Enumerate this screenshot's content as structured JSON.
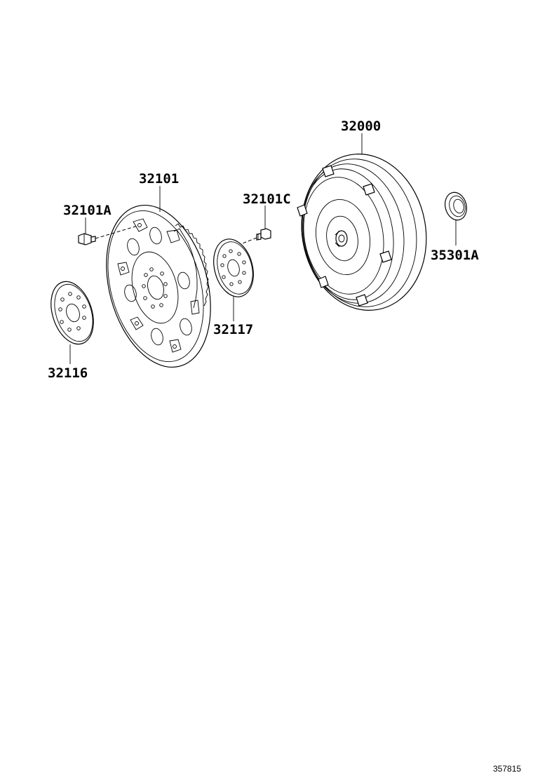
{
  "parts": {
    "torque_converter": "32000",
    "drive_plate": "32101",
    "drive_plate_bolt": "32101A",
    "converter_bolt": "32101C",
    "oil_seal": "35301A",
    "front_spacer": "32116",
    "rear_spacer": "32117"
  },
  "figure_number": "357815"
}
